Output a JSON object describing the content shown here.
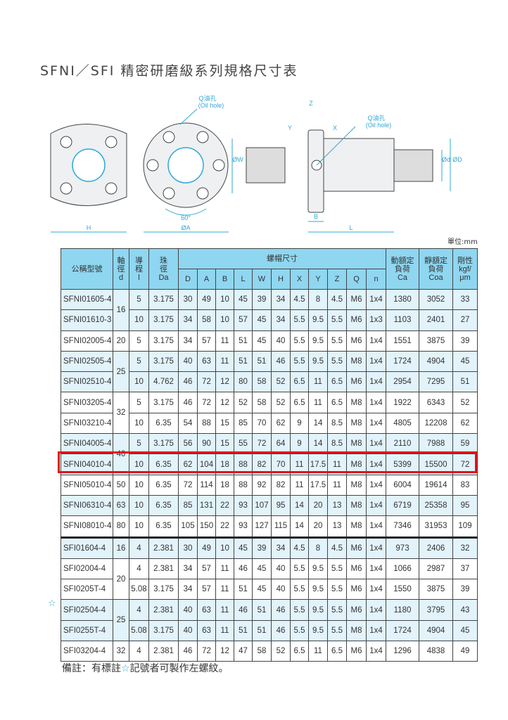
{
  "title": "SFNI／SFI 精密研磨級系列規格尺寸表",
  "drawing": {
    "oil_hole_label": "Q油孔",
    "oil_hole_en": "(Oil hole)",
    "angle": "60°",
    "dims": {
      "H": "H",
      "A": "ØA",
      "W": "ØW",
      "Z": "Z",
      "Y": "Y",
      "X": "X",
      "B": "B",
      "L": "L",
      "d": "Ød",
      "D": "ØD"
    }
  },
  "unit": "單位:mm",
  "table": {
    "headers": {
      "model": "公稱型號",
      "d": [
        "軸",
        "徑",
        "d"
      ],
      "l": [
        "導",
        "程",
        "l"
      ],
      "da": [
        "珠",
        "徑",
        "Da"
      ],
      "nut": "螺帽尺寸",
      "nut_cols": [
        "D",
        "A",
        "B",
        "L",
        "W",
        "H",
        "X",
        "Y",
        "Z",
        "Q",
        "n"
      ],
      "ca": [
        "動額定",
        "負荷",
        "Ca"
      ],
      "coa": [
        "靜額定",
        "負荷",
        "Coa"
      ],
      "rigidity": [
        "剛性",
        "kgf/",
        "μm"
      ]
    },
    "rows": [
      {
        "model": "SFNI01605-4",
        "d": "16",
        "l": "5",
        "da": "3.175",
        "D": "30",
        "A": "49",
        "B": "10",
        "L": "45",
        "W": "39",
        "H": "34",
        "X": "4.5",
        "Y": "8",
        "Z": "4.5",
        "Q": "M6",
        "n": "1x4",
        "ca": "1380",
        "coa": "3052",
        "k": "33"
      },
      {
        "model": "SFNI01610-3",
        "d": null,
        "l": "10",
        "da": "3.175",
        "D": "34",
        "A": "58",
        "B": "10",
        "L": "57",
        "W": "45",
        "H": "34",
        "X": "5.5",
        "Y": "9.5",
        "Z": "5.5",
        "Q": "M6",
        "n": "1x3",
        "ca": "1103",
        "coa": "2401",
        "k": "27"
      },
      {
        "model": "SFNI02005-4",
        "d": "20",
        "l": "5",
        "da": "3.175",
        "D": "34",
        "A": "57",
        "B": "11",
        "L": "51",
        "W": "45",
        "H": "40",
        "X": "5.5",
        "Y": "9.5",
        "Z": "5.5",
        "Q": "M6",
        "n": "1x4",
        "ca": "1551",
        "coa": "3875",
        "k": "39"
      },
      {
        "model": "SFNI02505-4",
        "d": "25",
        "l": "5",
        "da": "3.175",
        "D": "40",
        "A": "63",
        "B": "11",
        "L": "51",
        "W": "51",
        "H": "46",
        "X": "5.5",
        "Y": "9.5",
        "Z": "5.5",
        "Q": "M8",
        "n": "1x4",
        "ca": "1724",
        "coa": "4904",
        "k": "45"
      },
      {
        "model": "SFNI02510-4",
        "d": null,
        "l": "10",
        "da": "4.762",
        "D": "46",
        "A": "72",
        "B": "12",
        "L": "80",
        "W": "58",
        "H": "52",
        "X": "6.5",
        "Y": "11",
        "Z": "6.5",
        "Q": "M6",
        "n": "1x4",
        "ca": "2954",
        "coa": "7295",
        "k": "51"
      },
      {
        "model": "SFNI03205-4",
        "d": "32",
        "l": "5",
        "da": "3.175",
        "D": "46",
        "A": "72",
        "B": "12",
        "L": "52",
        "W": "58",
        "H": "52",
        "X": "6.5",
        "Y": "11",
        "Z": "6.5",
        "Q": "M8",
        "n": "1x4",
        "ca": "1922",
        "coa": "6343",
        "k": "52"
      },
      {
        "model": "SFNI03210-4",
        "d": null,
        "l": "10",
        "da": "6.35",
        "D": "54",
        "A": "88",
        "B": "15",
        "L": "85",
        "W": "70",
        "H": "62",
        "X": "9",
        "Y": "14",
        "Z": "8.5",
        "Q": "M8",
        "n": "1x4",
        "ca": "4805",
        "coa": "12208",
        "k": "62"
      },
      {
        "model": "SFNI04005-4",
        "d": "40",
        "l": "5",
        "da": "3.175",
        "D": "56",
        "A": "90",
        "B": "15",
        "L": "55",
        "W": "72",
        "H": "64",
        "X": "9",
        "Y": "14",
        "Z": "8.5",
        "Q": "M8",
        "n": "1x4",
        "ca": "2110",
        "coa": "7988",
        "k": "59"
      },
      {
        "model": "SFNI04010-4",
        "d": null,
        "l": "10",
        "da": "6.35",
        "D": "62",
        "A": "104",
        "B": "18",
        "L": "88",
        "W": "82",
        "H": "70",
        "X": "11",
        "Y": "17.5",
        "Z": "11",
        "Q": "M8",
        "n": "1x4",
        "ca": "5399",
        "coa": "15500",
        "k": "72",
        "highlight": true
      },
      {
        "model": "SFNI05010-4",
        "d": "50",
        "l": "10",
        "da": "6.35",
        "D": "72",
        "A": "114",
        "B": "18",
        "L": "88",
        "W": "92",
        "H": "82",
        "X": "11",
        "Y": "17.5",
        "Z": "11",
        "Q": "M8",
        "n": "1x4",
        "ca": "6004",
        "coa": "19614",
        "k": "83"
      },
      {
        "model": "SFNI06310-4",
        "d": "63",
        "l": "10",
        "da": "6.35",
        "D": "85",
        "A": "131",
        "B": "22",
        "L": "93",
        "W": "107",
        "H": "95",
        "X": "14",
        "Y": "20",
        "Z": "13",
        "Q": "M8",
        "n": "1x4",
        "ca": "6719",
        "coa": "25358",
        "k": "95"
      },
      {
        "model": "SFNI08010-4",
        "d": "80",
        "l": "10",
        "da": "6.35",
        "D": "105",
        "A": "150",
        "B": "22",
        "L": "93",
        "W": "127",
        "H": "115",
        "X": "14",
        "Y": "20",
        "Z": "13",
        "Q": "M8",
        "n": "1x4",
        "ca": "7346",
        "coa": "31953",
        "k": "109"
      },
      {
        "model": "SFI01604-4",
        "d": "16",
        "l": "4",
        "da": "2.381",
        "D": "30",
        "A": "49",
        "B": "10",
        "L": "45",
        "W": "39",
        "H": "34",
        "X": "4.5",
        "Y": "8",
        "Z": "4.5",
        "Q": "M6",
        "n": "1x4",
        "ca": "973",
        "coa": "2406",
        "k": "32",
        "sep": true
      },
      {
        "model": "SFI02004-4",
        "d": "20",
        "l": "4",
        "da": "2.381",
        "D": "34",
        "A": "57",
        "B": "11",
        "L": "46",
        "W": "45",
        "H": "40",
        "X": "5.5",
        "Y": "9.5",
        "Z": "5.5",
        "Q": "M6",
        "n": "1x4",
        "ca": "1066",
        "coa": "2987",
        "k": "37"
      },
      {
        "model": "SFI0205T-4",
        "d": null,
        "l": "5.08",
        "da": "3.175",
        "D": "34",
        "A": "57",
        "B": "11",
        "L": "51",
        "W": "45",
        "H": "40",
        "X": "5.5",
        "Y": "9.5",
        "Z": "5.5",
        "Q": "M6",
        "n": "1x4",
        "ca": "1550",
        "coa": "3875",
        "k": "39"
      },
      {
        "model": "SFI02504-4",
        "d": "25",
        "l": "4",
        "da": "2.381",
        "D": "40",
        "A": "63",
        "B": "11",
        "L": "46",
        "W": "51",
        "H": "46",
        "X": "5.5",
        "Y": "9.5",
        "Z": "5.5",
        "Q": "M6",
        "n": "1x4",
        "ca": "1180",
        "coa": "3795",
        "k": "43",
        "star": true
      },
      {
        "model": "SFI0255T-4",
        "d": null,
        "l": "5.08",
        "da": "3.175",
        "D": "40",
        "A": "63",
        "B": "11",
        "L": "51",
        "W": "51",
        "H": "46",
        "X": "5.5",
        "Y": "9.5",
        "Z": "5.5",
        "Q": "M8",
        "n": "1x4",
        "ca": "1724",
        "coa": "4904",
        "k": "45"
      },
      {
        "model": "SFI03204-4",
        "d": "32",
        "l": "4",
        "da": "2.381",
        "D": "46",
        "A": "72",
        "B": "12",
        "L": "47",
        "W": "58",
        "H": "52",
        "X": "6.5",
        "Y": "11",
        "Z": "6.5",
        "Q": "M6",
        "n": "1x4",
        "ca": "1296",
        "coa": "4838",
        "k": "49"
      }
    ]
  },
  "star_symbol": "☆",
  "note": {
    "prefix": "備註：有標註",
    "star": "☆",
    "suffix": "記號者可製作左螺紋。"
  },
  "colors": {
    "header": "#8fd6f0",
    "row_blue": "#e2f3fb",
    "highlight": "#e3101a",
    "dim_line": "#2fa8d8"
  }
}
